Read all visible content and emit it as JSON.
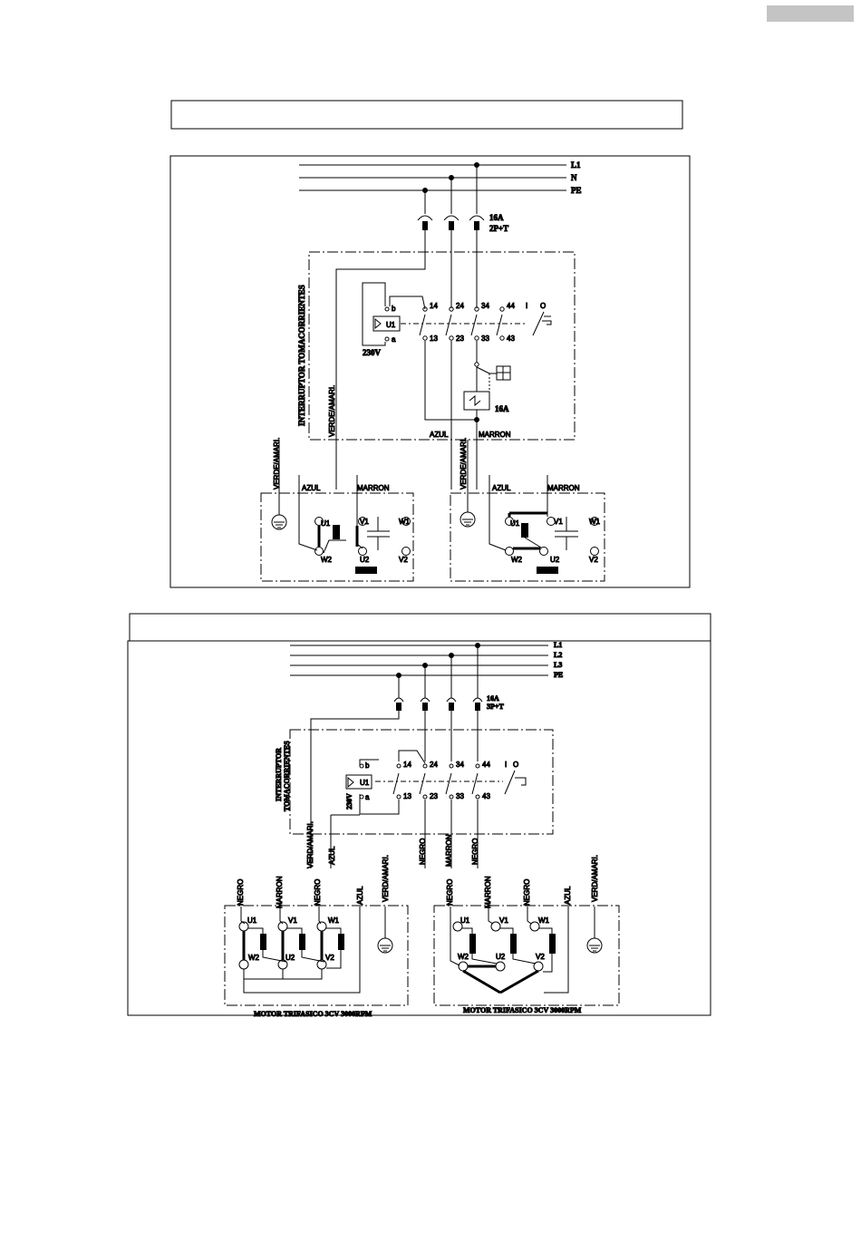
{
  "page": {
    "corner_tab_color": "#c4c4c4"
  },
  "diagram1": {
    "lines": {
      "l1": "L1",
      "n": "N",
      "pe": "PE"
    },
    "breaker": {
      "rating": "16A",
      "poles": "2P+T"
    },
    "switch_label": "INTERRUPTOR TOMACORRIENTES",
    "voltage": "230V",
    "coil_label": "U1",
    "coil_a": "a",
    "coil_b": "b",
    "contacts_top": [
      "14",
      "24",
      "34",
      "44"
    ],
    "contacts_bottom": [
      "13",
      "23",
      "33",
      "43"
    ],
    "switch_positions": [
      "I",
      "O"
    ],
    "thermal_rating": "16A",
    "wires": {
      "green_yellow": "VERDE/AMARI.",
      "blue": "AZUL",
      "brown": "MARRON"
    },
    "terminals": {
      "u1": "U1",
      "v1": "V1",
      "w1": "W1",
      "u2": "U2",
      "v2": "V2",
      "w2": "W2"
    }
  },
  "diagram2": {
    "lines": {
      "l1": "L1",
      "l2": "L2",
      "l3": "L3",
      "pe": "PE"
    },
    "breaker": {
      "rating": "16A",
      "poles": "3P+T"
    },
    "switch_label_1": "INTERRUPTOR",
    "switch_label_2": "TOMACORRIENTES",
    "voltage": "230V",
    "coil_label": "U1",
    "coil_a": "a",
    "coil_b": "b",
    "contacts_top": [
      "14",
      "24",
      "34",
      "44"
    ],
    "contacts_bottom": [
      "13",
      "23",
      "33",
      "43"
    ],
    "switch_positions": [
      "I",
      "O"
    ],
    "wires": {
      "green_yellow": "VERD/AMARI.",
      "blue": "AZUL",
      "black": "NEGRO",
      "brown": "MARRON"
    },
    "terminals": {
      "u1": "U1",
      "v1": "V1",
      "w1": "W1",
      "u2": "U2",
      "v2": "V2",
      "w2": "W2"
    },
    "motor_label": "MOTOR TRIFASICO 3CV 3000RPM"
  }
}
